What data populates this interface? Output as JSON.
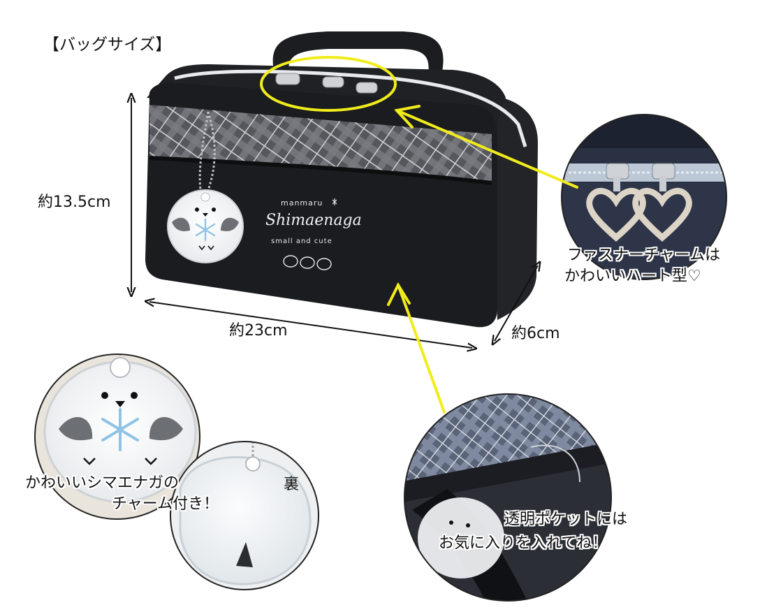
{
  "heading": "【バッグサイズ】",
  "dimensions": {
    "height": "約13.5cm",
    "width": "約23cm",
    "depth": "約6cm"
  },
  "bag_print": {
    "brand_small": "manmaru",
    "brand_script": "Shimaenaga",
    "tagline": "small and cute"
  },
  "callouts": {
    "zipper_line1": "ファスナーチャームは",
    "zipper_line2": "かわいいハート型♡",
    "charm_line1": "かわいいシマエナガの",
    "charm_line2": "チャーム付き！",
    "back_side": "裏",
    "pocket_line1": "透明ポケットには",
    "pocket_line2": "お気に入りを入れてね！"
  },
  "colors": {
    "bag_black": "#1b1c1f",
    "plaid_gray": "#5e6066",
    "highlight_yellow": "#f1ec1c",
    "snowflake_blue": "#8fc3e6"
  }
}
